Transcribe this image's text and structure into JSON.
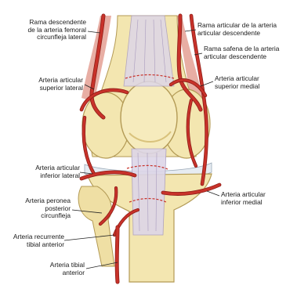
{
  "labels": {
    "rama_descendente": [
      "Rama descendente",
      "de la arteria femoral",
      "circunfleja lateral"
    ],
    "art_sup_lateral": [
      "Arteria articular",
      "superior lateral"
    ],
    "art_inf_lateral": [
      "Arteria articular",
      "inferior lateral"
    ],
    "art_peronea": [
      "Arteria peronea",
      "posterior",
      "circunfleja"
    ],
    "art_recurrente": [
      "Arteria recurrente",
      "tibial anterior"
    ],
    "art_tibial_ant": [
      "Arteria tibial",
      "anterior"
    ],
    "rama_articular_desc": [
      "Rama articular de la arteria",
      "articular descendente"
    ],
    "rama_safena": [
      "Rama safena de la arteria",
      "articular descendente"
    ],
    "art_sup_medial": [
      "Arteria articular",
      "superior medial"
    ],
    "art_inf_medial": [
      "Arteria articular",
      "inferior medial"
    ]
  },
  "colors": {
    "bone": "#f3e6b0",
    "bone_shade": "#d9c27c",
    "cartilage": "#e6ecf2",
    "tendon": "#ddd6e8",
    "tendon_line": "#a99cbf",
    "artery": "#c8322a",
    "artery_dark": "#8d1d17",
    "muscle": "#d66b5a",
    "leader": "#222222"
  }
}
